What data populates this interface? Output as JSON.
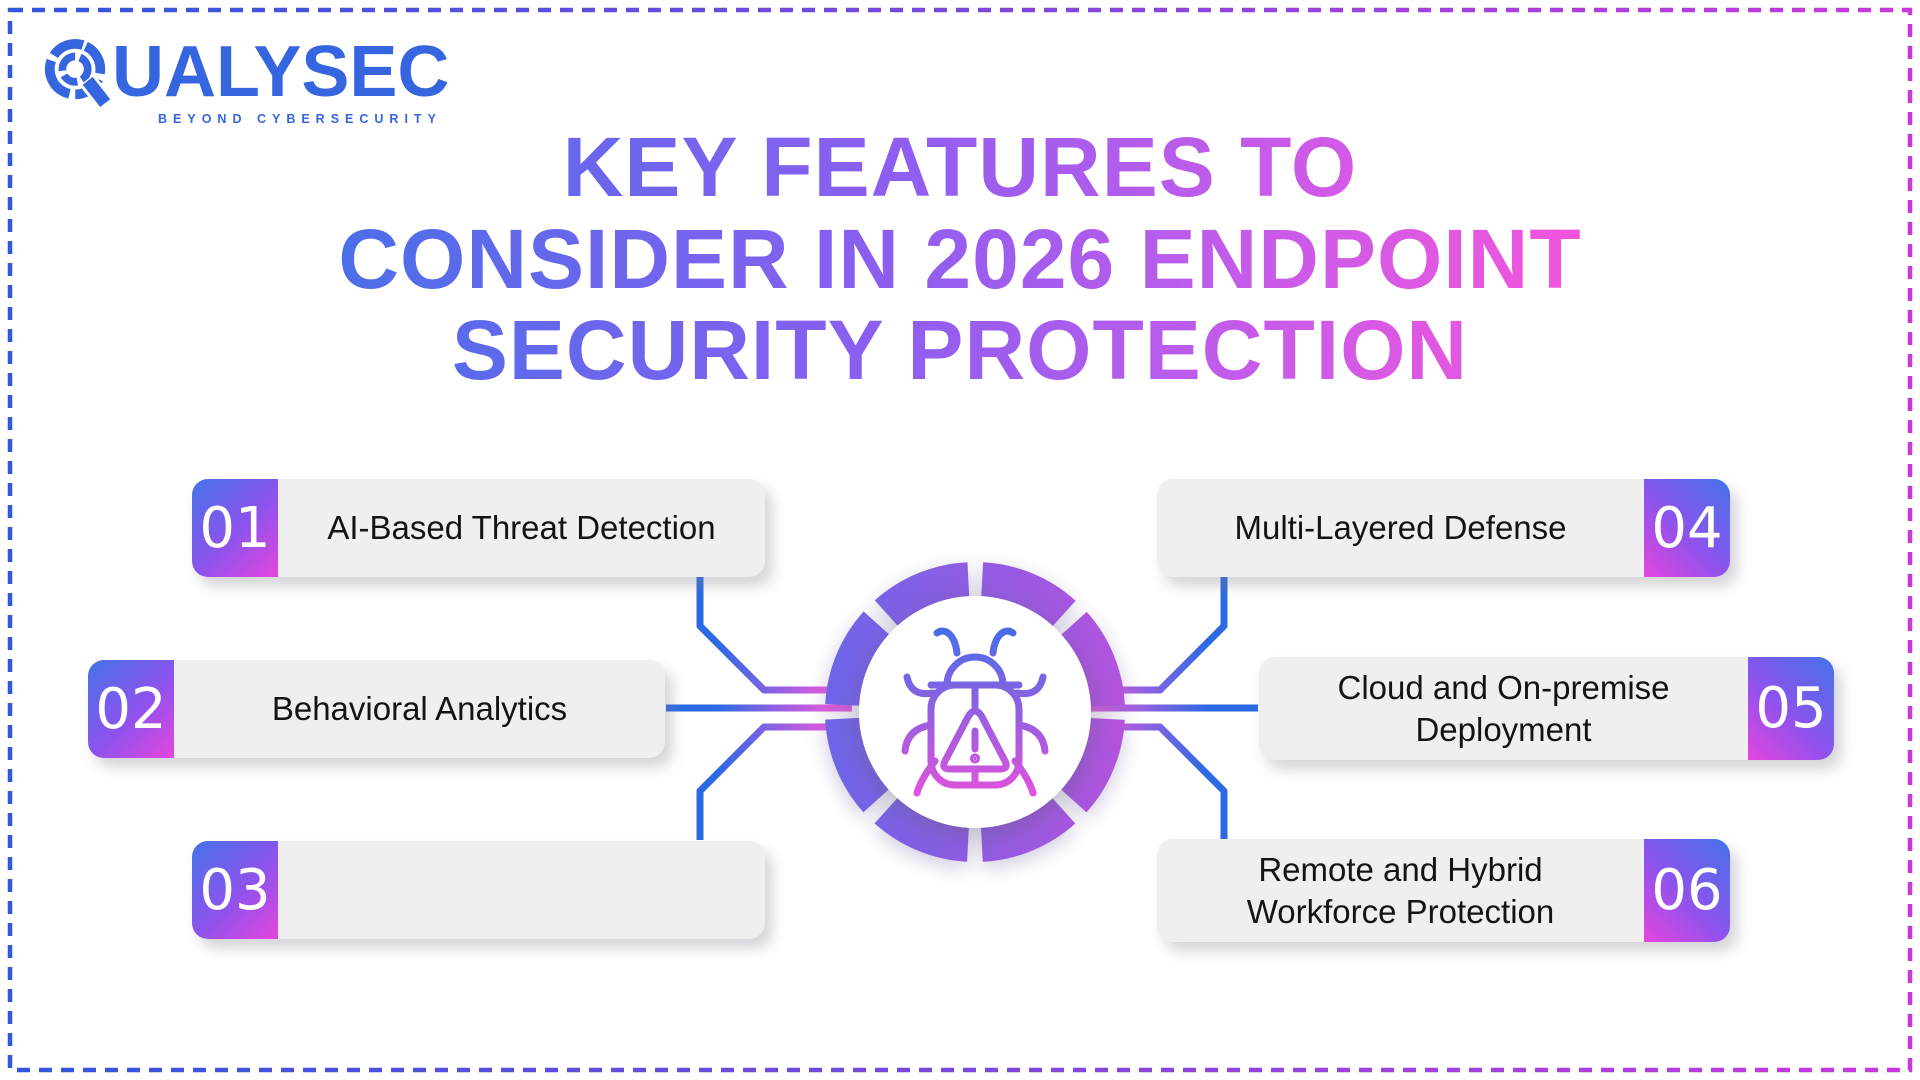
{
  "brand": {
    "name": "QUALYSEC",
    "wordmark_after_icon": "UALYSEC",
    "tagline": "BEYOND CYBERSECURITY",
    "color": "#3565DF"
  },
  "title": {
    "lines": [
      "KEY FEATURES TO",
      "CONSIDER IN 2026 ENDPOINT",
      "SECURITY PROTECTION"
    ],
    "gradient_from": "#4C6EE9",
    "gradient_to": "#F355DC"
  },
  "features": [
    {
      "number": "01",
      "label": "AI-Based Threat Detection",
      "side": "left"
    },
    {
      "number": "02",
      "label": "Behavioral Analytics",
      "side": "left"
    },
    {
      "number": "03",
      "label": "",
      "side": "left"
    },
    {
      "number": "04",
      "label": "Multi-Layered Defense",
      "side": "right"
    },
    {
      "number": "05",
      "label": "Cloud and On-premise Deployment",
      "side": "right"
    },
    {
      "number": "06",
      "label": "Remote and Hybrid Workforce Protection",
      "side": "right"
    }
  ],
  "center": {
    "icon": "bug-warning-icon",
    "ring_color_from": "#6D65E8",
    "ring_color_to": "#B253DC"
  },
  "colors": {
    "connector_blue": "#2C6AE3",
    "connector_pink": "#E35ADF",
    "box_background": "#EFEFF0",
    "number_tab_gradient": [
      "#4472EA",
      "#8E53EC",
      "#E645DF"
    ],
    "page_border_gradient": [
      "#2F57DC",
      "#C938DC"
    ],
    "logo_blue": "#3565DF"
  }
}
